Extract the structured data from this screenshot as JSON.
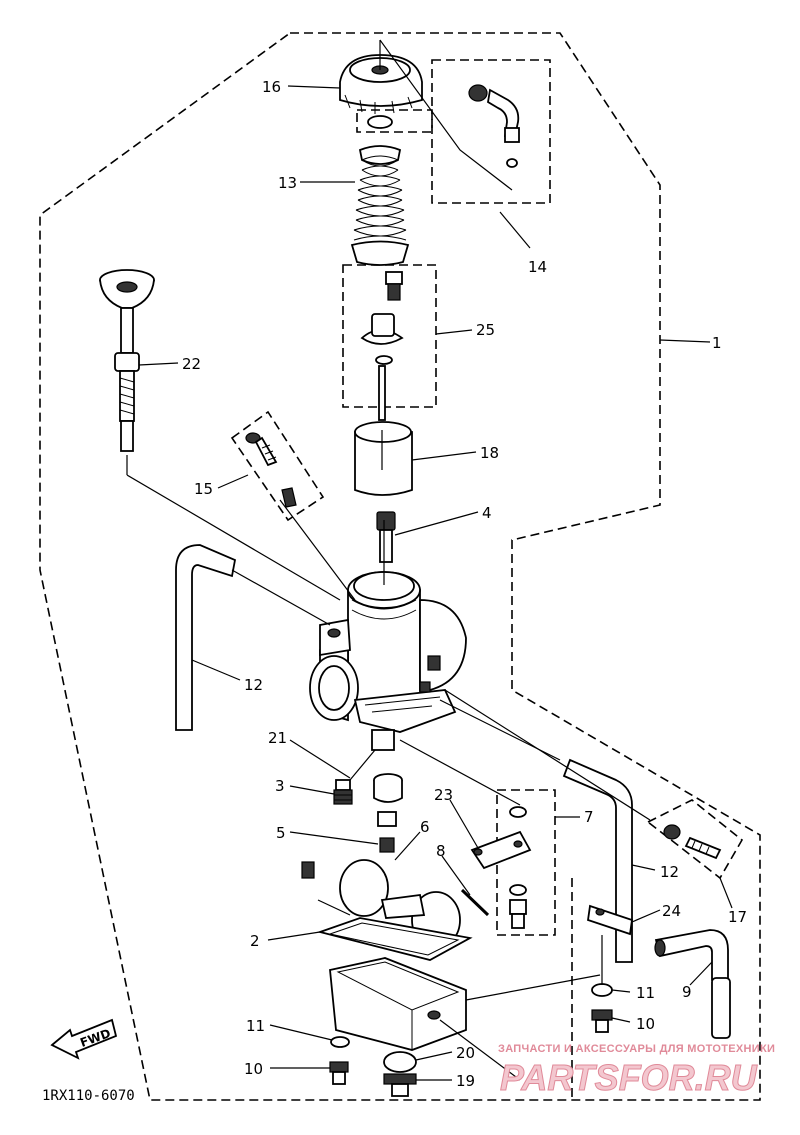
{
  "diagram": {
    "part_labels": [
      {
        "id": "16",
        "text": "16"
      },
      {
        "id": "13",
        "text": "13"
      },
      {
        "id": "14",
        "text": "14"
      },
      {
        "id": "25",
        "text": "25"
      },
      {
        "id": "1",
        "text": "1"
      },
      {
        "id": "22",
        "text": "22"
      },
      {
        "id": "18",
        "text": "18"
      },
      {
        "id": "15",
        "text": "15"
      },
      {
        "id": "4",
        "text": "4"
      },
      {
        "id": "12a",
        "text": "12"
      },
      {
        "id": "21",
        "text": "21"
      },
      {
        "id": "3",
        "text": "3"
      },
      {
        "id": "23",
        "text": "23"
      },
      {
        "id": "7",
        "text": "7"
      },
      {
        "id": "5",
        "text": "5"
      },
      {
        "id": "6",
        "text": "6"
      },
      {
        "id": "8",
        "text": "8"
      },
      {
        "id": "12b",
        "text": "12"
      },
      {
        "id": "17",
        "text": "17"
      },
      {
        "id": "24",
        "text": "24"
      },
      {
        "id": "2",
        "text": "2"
      },
      {
        "id": "9",
        "text": "9"
      },
      {
        "id": "11a",
        "text": "11"
      },
      {
        "id": "10a",
        "text": "10"
      },
      {
        "id": "11b",
        "text": "11"
      },
      {
        "id": "10b",
        "text": "10"
      },
      {
        "id": "20",
        "text": "20"
      },
      {
        "id": "19",
        "text": "19"
      }
    ],
    "fwd_label": "FWD",
    "drawing_code": "1RX110-6070"
  },
  "watermark": {
    "tagline": "ЗАПЧАСТИ И АКСЕССУАРЫ ДЛЯ МОТОТЕХНИКИ",
    "brand": "PARTSFOR.RU"
  }
}
